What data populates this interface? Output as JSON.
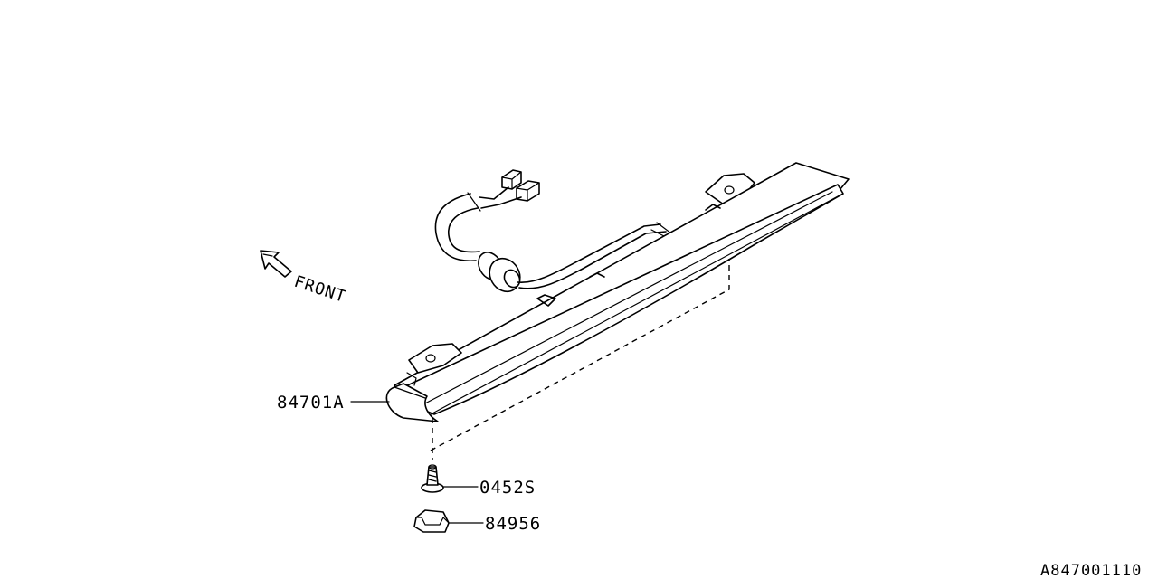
{
  "direction": {
    "text": "FRONT",
    "icon": "arrow-icon"
  },
  "parts": [
    {
      "id": "light",
      "number": "84701A"
    },
    {
      "id": "screw",
      "number": "0452S"
    },
    {
      "id": "clip",
      "number": "84956"
    }
  ],
  "diagram_code": "A847001110"
}
